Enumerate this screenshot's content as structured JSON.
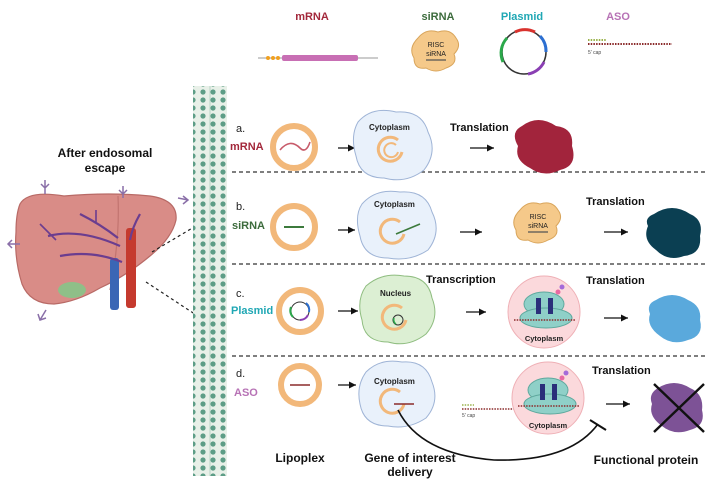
{
  "colors": {
    "mrna": "#a3283b",
    "sirna": "#3c6b3c",
    "plasmid": "#1fa7b4",
    "aso": "#b772b5",
    "protein_mrna": "#a2243c",
    "protein_sirna": "#0b3f52",
    "protein_plasmid": "#5aa9dc",
    "protein_aso": "#7d5296"
  },
  "header": {
    "mrna": "mRNA",
    "sirna": "siRNA",
    "plasmid": "Plasmid",
    "aso": "ASO",
    "risc_top": "RISC",
    "sirna_small": "siRNA",
    "aso_cap": "5' cap"
  },
  "left": {
    "title_line1": "After endosomal",
    "title_line2": "escape"
  },
  "rows": [
    {
      "letter": "a.",
      "name": "mRNA",
      "compartment": "Cytoplasm",
      "process": "Translation"
    },
    {
      "letter": "b.",
      "name": "siRNA",
      "compartment": "Cytoplasm",
      "process": "Translation",
      "risc_top": "RISC",
      "risc_bottom": "siRNA"
    },
    {
      "letter": "c.",
      "name": "Plasmid",
      "compartment": "Nucleus",
      "process1": "Transcription",
      "compartment2": "Cytoplasm",
      "process2": "Translation"
    },
    {
      "letter": "d.",
      "name": "ASO",
      "compartment": "Cytoplasm",
      "compartment2": "Cytoplasm",
      "process": "Translation",
      "cap": "5' cap"
    }
  ],
  "footer": {
    "lipoplex": "Lipoplex",
    "gene_line1": "Gene of interest",
    "gene_line2": "delivery",
    "functional": "Functional protein"
  }
}
